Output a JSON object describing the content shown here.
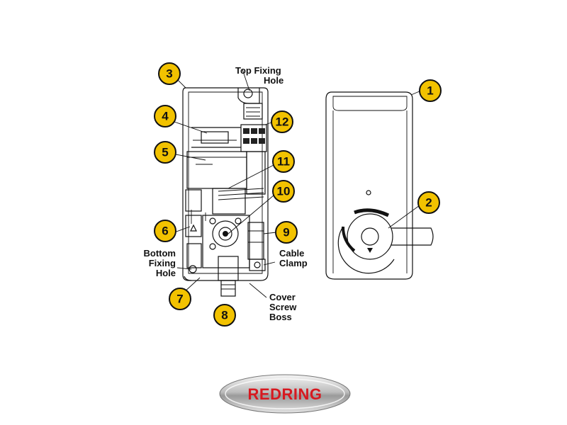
{
  "callouts": [
    "1",
    "2",
    "3",
    "4",
    "5",
    "6",
    "7",
    "8",
    "9",
    "10",
    "11",
    "12"
  ],
  "labels": {
    "top_fixing_hole": [
      "Top Fixing",
      "Hole"
    ],
    "bottom_fixing_hole": [
      "Bottom",
      "Fixing",
      "Hole"
    ],
    "cable_clamp": [
      "Cable",
      "Clamp"
    ],
    "cover_screw_boss": [
      "Cover",
      "Screw",
      "Boss"
    ]
  },
  "brand": {
    "name": "REDRING"
  },
  "colors": {
    "badge": "#f2c200",
    "brand_red": "#d71920",
    "outline": "#111111"
  }
}
